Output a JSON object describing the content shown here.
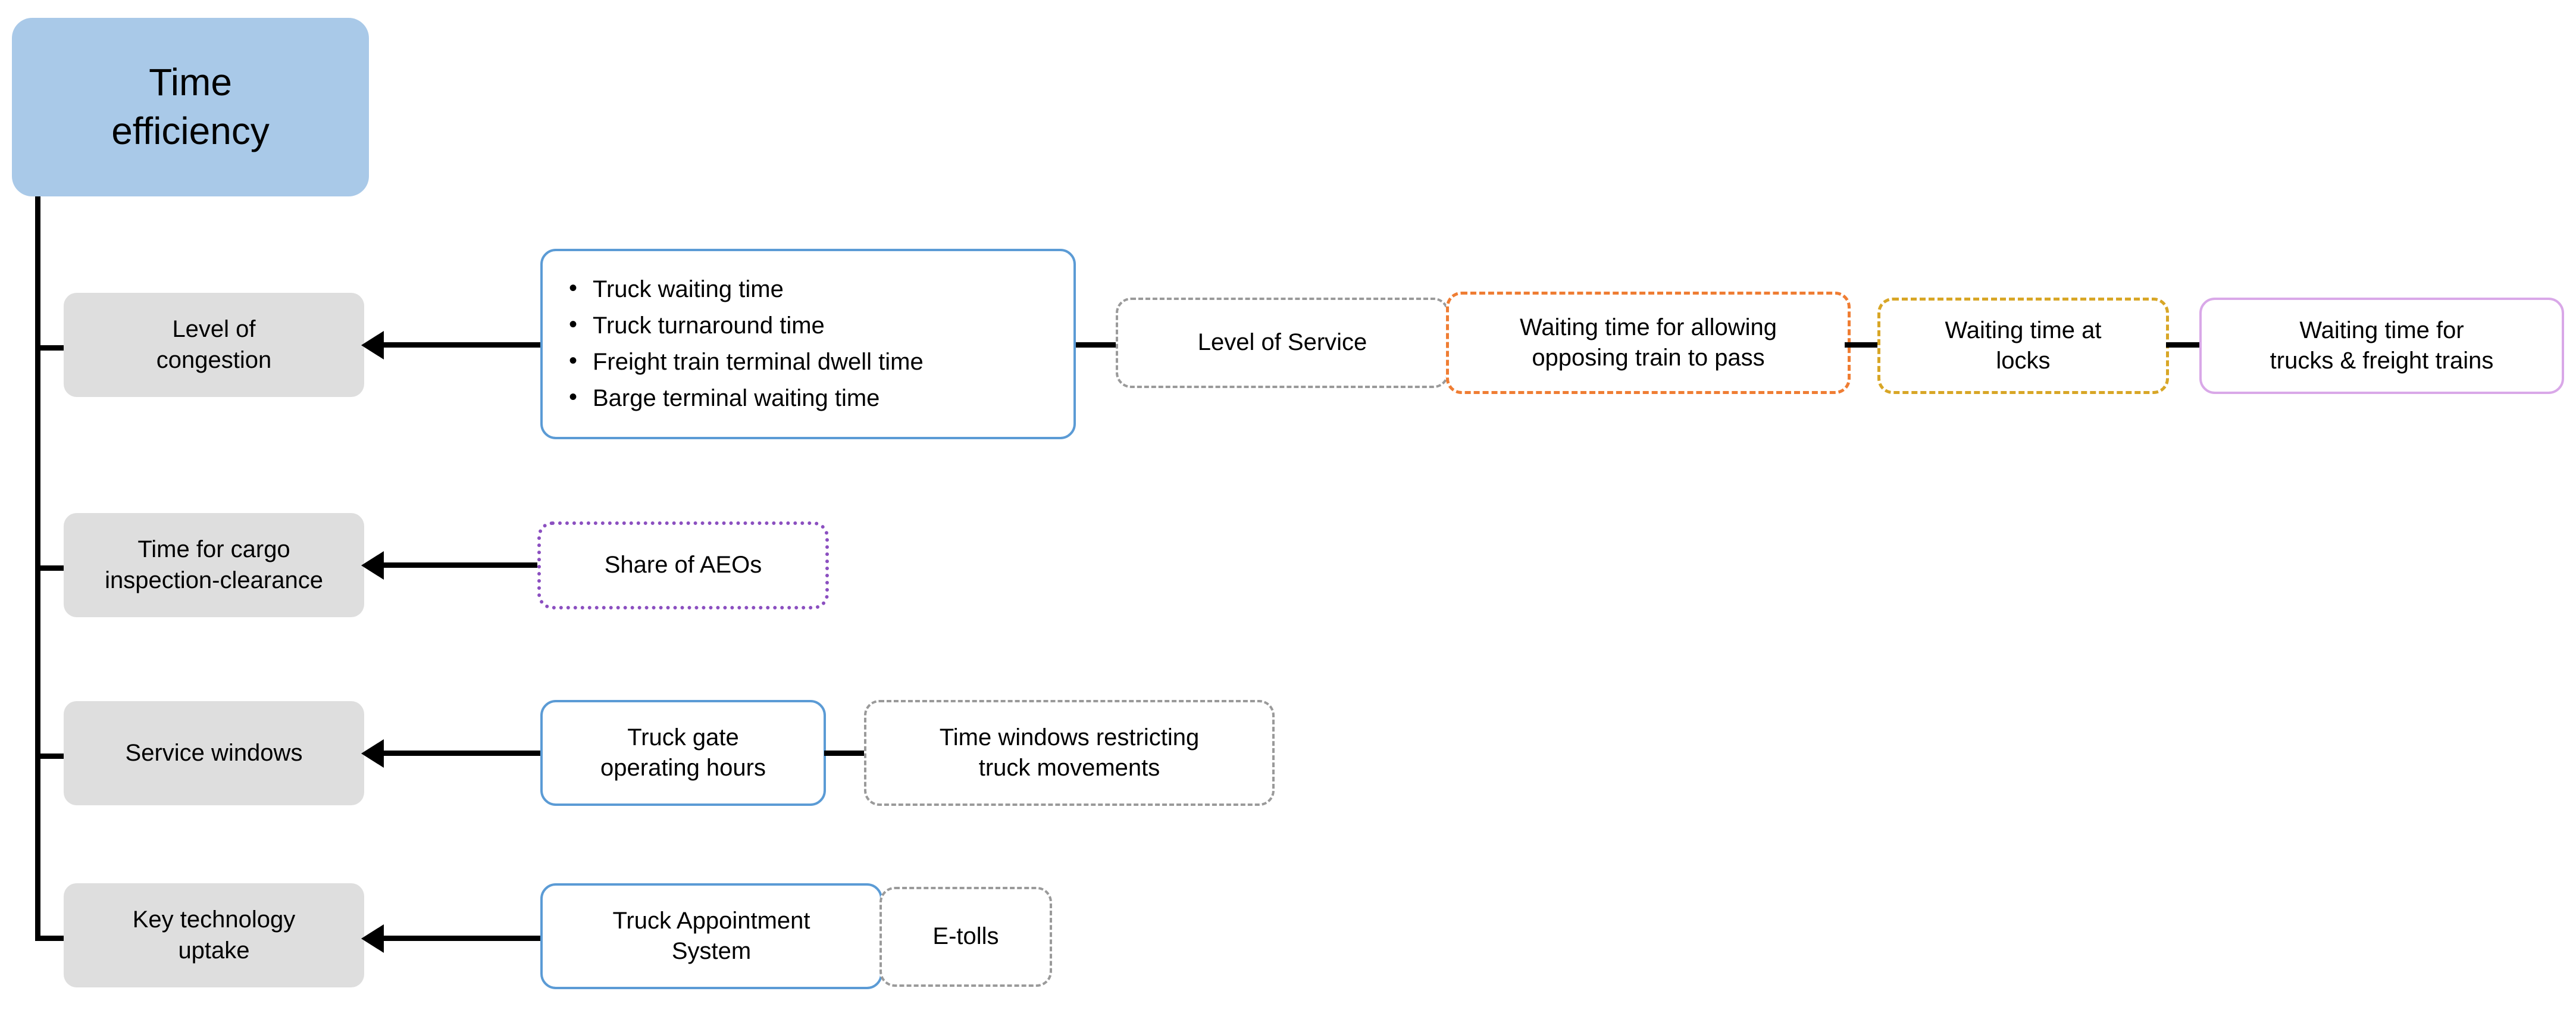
{
  "diagram": {
    "title": "Time efficiency",
    "root": {
      "label_line1": "Time",
      "label_line2": "efficiency",
      "color": "#a9c9e8"
    },
    "branches": [
      {
        "id": "level-of-congestion",
        "label": "Level of congestion",
        "label_line1": "Level of",
        "label_line2": "congestion",
        "indicators": {
          "style": "solid-blue",
          "color": "#5b9bd5",
          "items": [
            "Truck waiting time",
            "Truck turnaround time",
            "Freight train terminal dwell time",
            "Barge terminal waiting time"
          ]
        },
        "linked": [
          {
            "label": "Level of Service",
            "label_line1": "Level of Service",
            "label_line2": "",
            "style": "dashed-grey",
            "color": "#9a9a9a"
          },
          {
            "label": "Waiting time for allowing opposing train to pass",
            "label_line1": "Waiting time for allowing",
            "label_line2": "opposing train to pass",
            "style": "dashed-orange",
            "color": "#ef7d33"
          },
          {
            "label": "Waiting time at locks",
            "label_line1": "Waiting time at",
            "label_line2": "locks",
            "style": "dashed-gold",
            "color": "#d8a626"
          },
          {
            "label": "Waiting time for trucks & freight trains",
            "label_line1": "Waiting time for",
            "label_line2": "trucks & freight trains",
            "style": "solid-violet",
            "color": "#d9a8e8"
          }
        ]
      },
      {
        "id": "time-for-cargo-inspection-clearance",
        "label": "Time for cargo inspection-clearance",
        "label_line1": "Time for cargo",
        "label_line2": "inspection-clearance",
        "indicators": {
          "style": "dotted-purple",
          "color": "#8b4fc0",
          "label": "Share of AEOs",
          "label_line1": "Share of AEOs",
          "label_line2": ""
        },
        "linked": []
      },
      {
        "id": "service-windows",
        "label": "Service windows",
        "label_line1": "Service windows",
        "label_line2": "",
        "indicators": {
          "style": "solid-blue",
          "color": "#5b9bd5",
          "label": "Truck gate operating hours",
          "label_line1": "Truck gate",
          "label_line2": "operating hours"
        },
        "linked": [
          {
            "label": "Time windows restricting truck movements",
            "label_line1": "Time windows restricting",
            "label_line2": "truck movements",
            "style": "dashed-grey",
            "color": "#9a9a9a"
          }
        ]
      },
      {
        "id": "key-technology-uptake",
        "label": "Key technology uptake",
        "label_line1": "Key technology",
        "label_line2": "uptake",
        "indicators": {
          "style": "solid-blue",
          "color": "#5b9bd5",
          "label": "Truck Appointment System",
          "label_line1": "Truck Appointment",
          "label_line2": "System"
        },
        "linked": [
          {
            "label": "E-tolls",
            "label_line1": "E-tolls",
            "label_line2": "",
            "style": "dashed-grey",
            "color": "#9a9a9a"
          }
        ]
      }
    ]
  }
}
